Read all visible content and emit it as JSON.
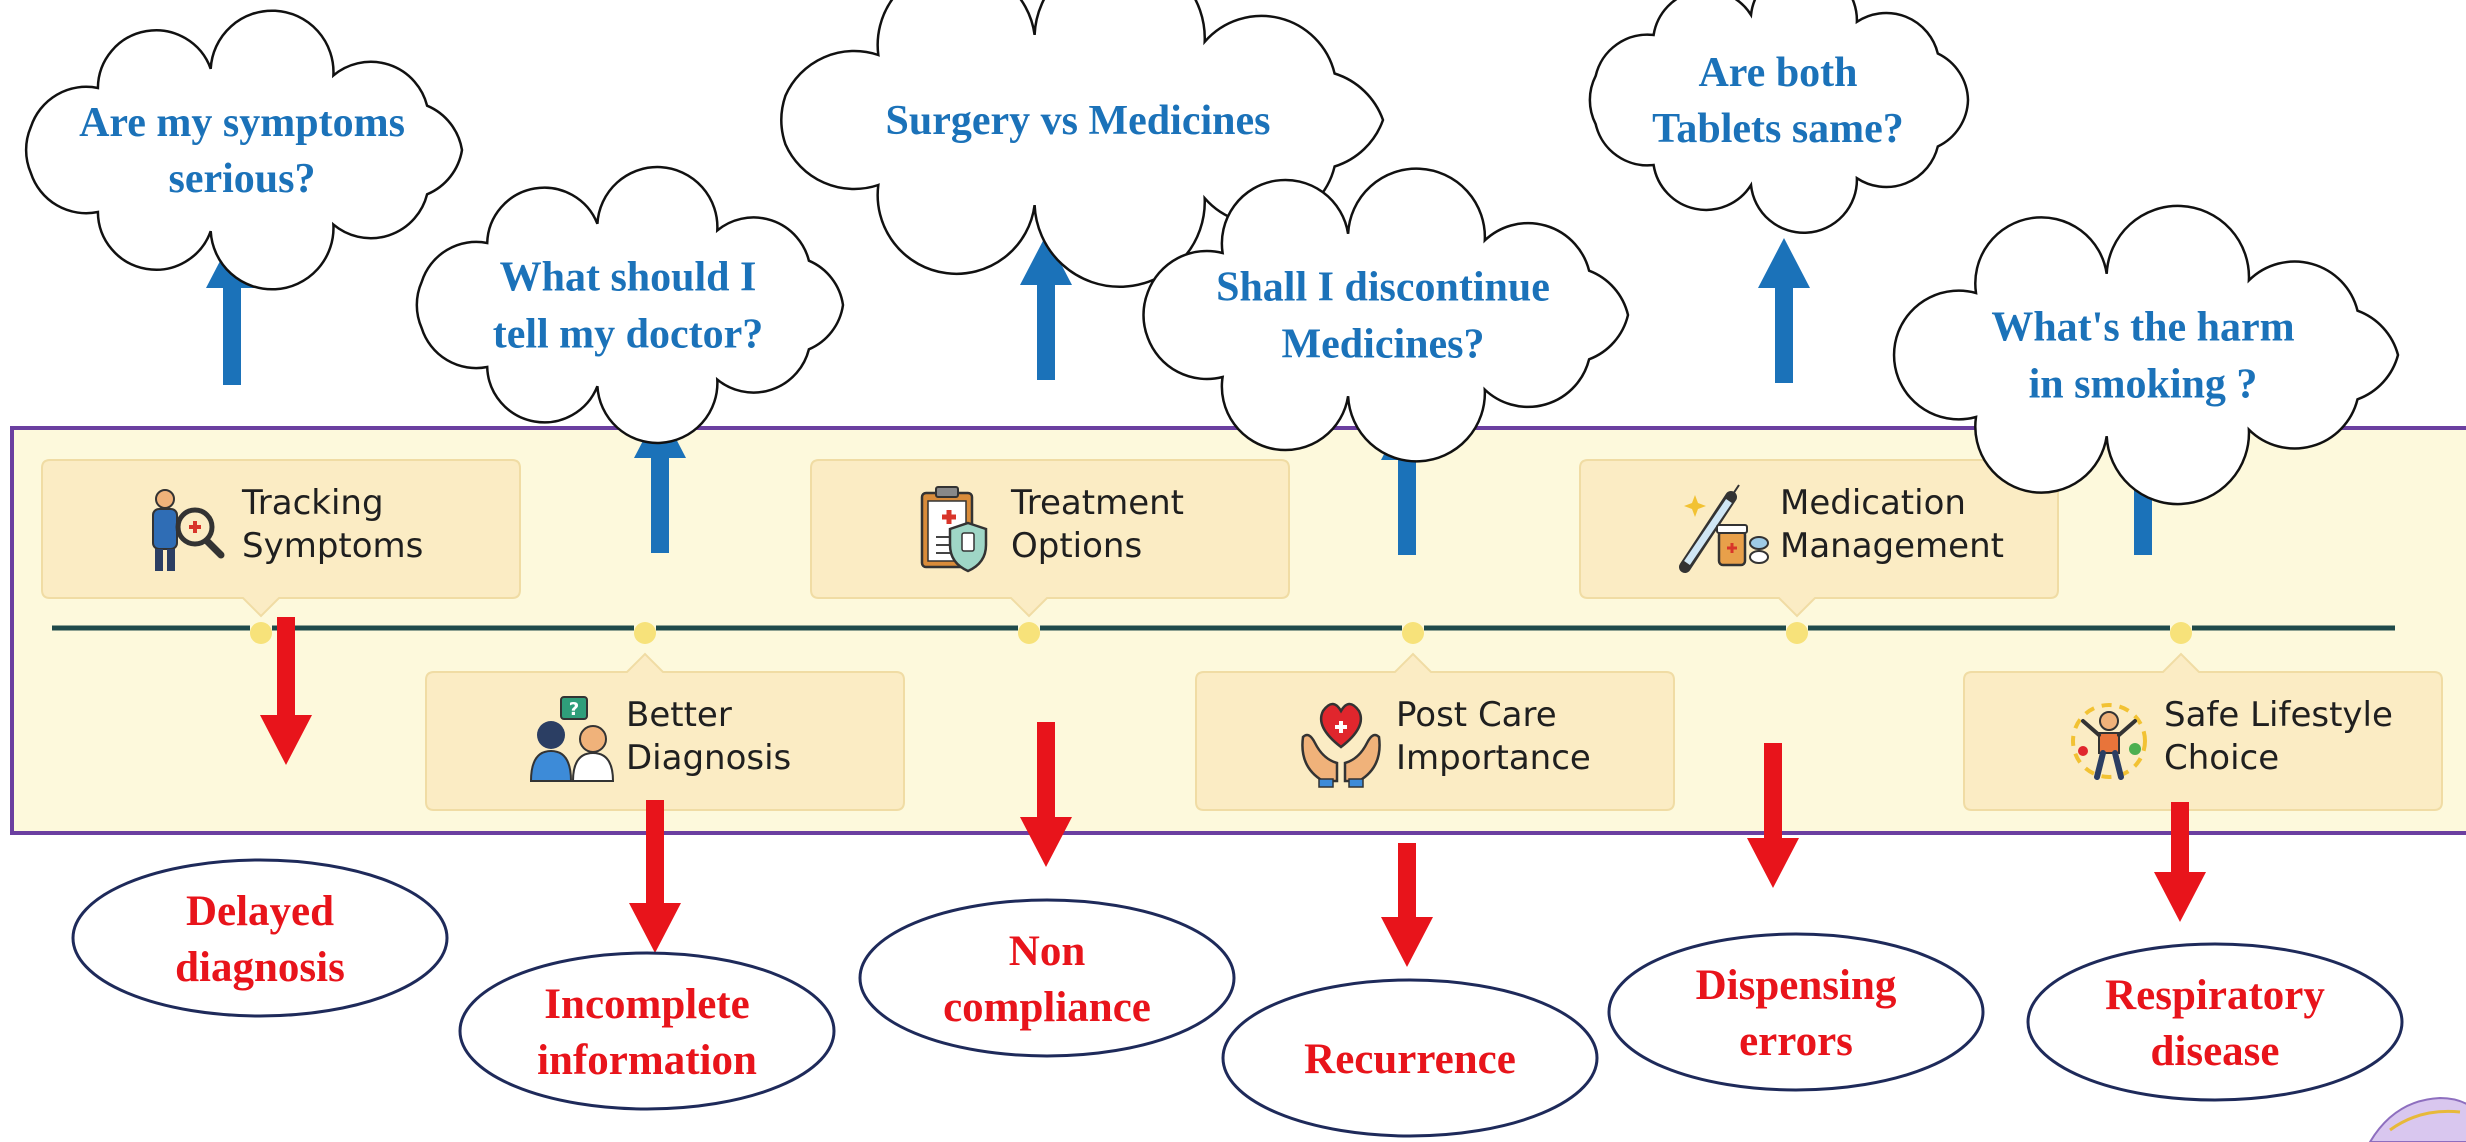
{
  "clouds": [
    {
      "name": "cloud-symptoms-serious",
      "lines": [
        "Are my symptoms",
        "serious?"
      ]
    },
    {
      "name": "cloud-tell-doctor",
      "lines": [
        "What should I",
        "tell my doctor?"
      ]
    },
    {
      "name": "cloud-surgery-vs-medicines",
      "lines": [
        "Surgery vs Medicines"
      ]
    },
    {
      "name": "cloud-discontinue-medicines",
      "lines": [
        "Shall I discontinue",
        "Medicines?"
      ]
    },
    {
      "name": "cloud-tablets-same",
      "lines": [
        "Are both",
        "Tablets same?"
      ]
    },
    {
      "name": "cloud-harm-smoking",
      "lines": [
        "What's the harm",
        "in smoking ?"
      ]
    }
  ],
  "cards": [
    {
      "name": "card-tracking-symptoms",
      "icon": "magnifier-person-icon",
      "lines": [
        "Tracking",
        "Symptoms"
      ]
    },
    {
      "name": "card-better-diagnosis",
      "icon": "doctor-patient-icon",
      "lines": [
        "Better",
        "Diagnosis"
      ]
    },
    {
      "name": "card-treatment-options",
      "icon": "clipboard-shield-icon",
      "lines": [
        "Treatment",
        "Options"
      ]
    },
    {
      "name": "card-post-care",
      "icon": "heart-hands-icon",
      "lines": [
        "Post Care",
        "Importance"
      ]
    },
    {
      "name": "card-medication-management",
      "icon": "syringe-pills-icon",
      "lines": [
        "Medication",
        "Management"
      ]
    },
    {
      "name": "card-safe-lifestyle",
      "icon": "healthy-person-icon",
      "lines": [
        "Safe Lifestyle",
        "Choice"
      ]
    }
  ],
  "ovals": [
    {
      "name": "oval-delayed-diagnosis",
      "lines": [
        "Delayed",
        "diagnosis"
      ]
    },
    {
      "name": "oval-incomplete-information",
      "lines": [
        "Incomplete",
        "information"
      ]
    },
    {
      "name": "oval-non-compliance",
      "lines": [
        "Non",
        "compliance"
      ]
    },
    {
      "name": "oval-recurrence",
      "lines": [
        "Recurrence"
      ]
    },
    {
      "name": "oval-dispensing-errors",
      "lines": [
        "Dispensing",
        "errors"
      ]
    },
    {
      "name": "oval-respiratory-disease",
      "lines": [
        "Respiratory",
        "disease"
      ]
    }
  ],
  "colors": {
    "up_arrow": "#1b72b9",
    "down_arrow": "#e8141b",
    "panel_fill": "#fdf9dc",
    "panel_border": "#6b3fa0",
    "card_fill": "#fbecc4",
    "timeline": "#1f4a4a",
    "dot": "#f7e27a",
    "oval_border": "#1e2a5a",
    "cloud_text": "#1b72b9",
    "oval_text": "#e8141b"
  }
}
